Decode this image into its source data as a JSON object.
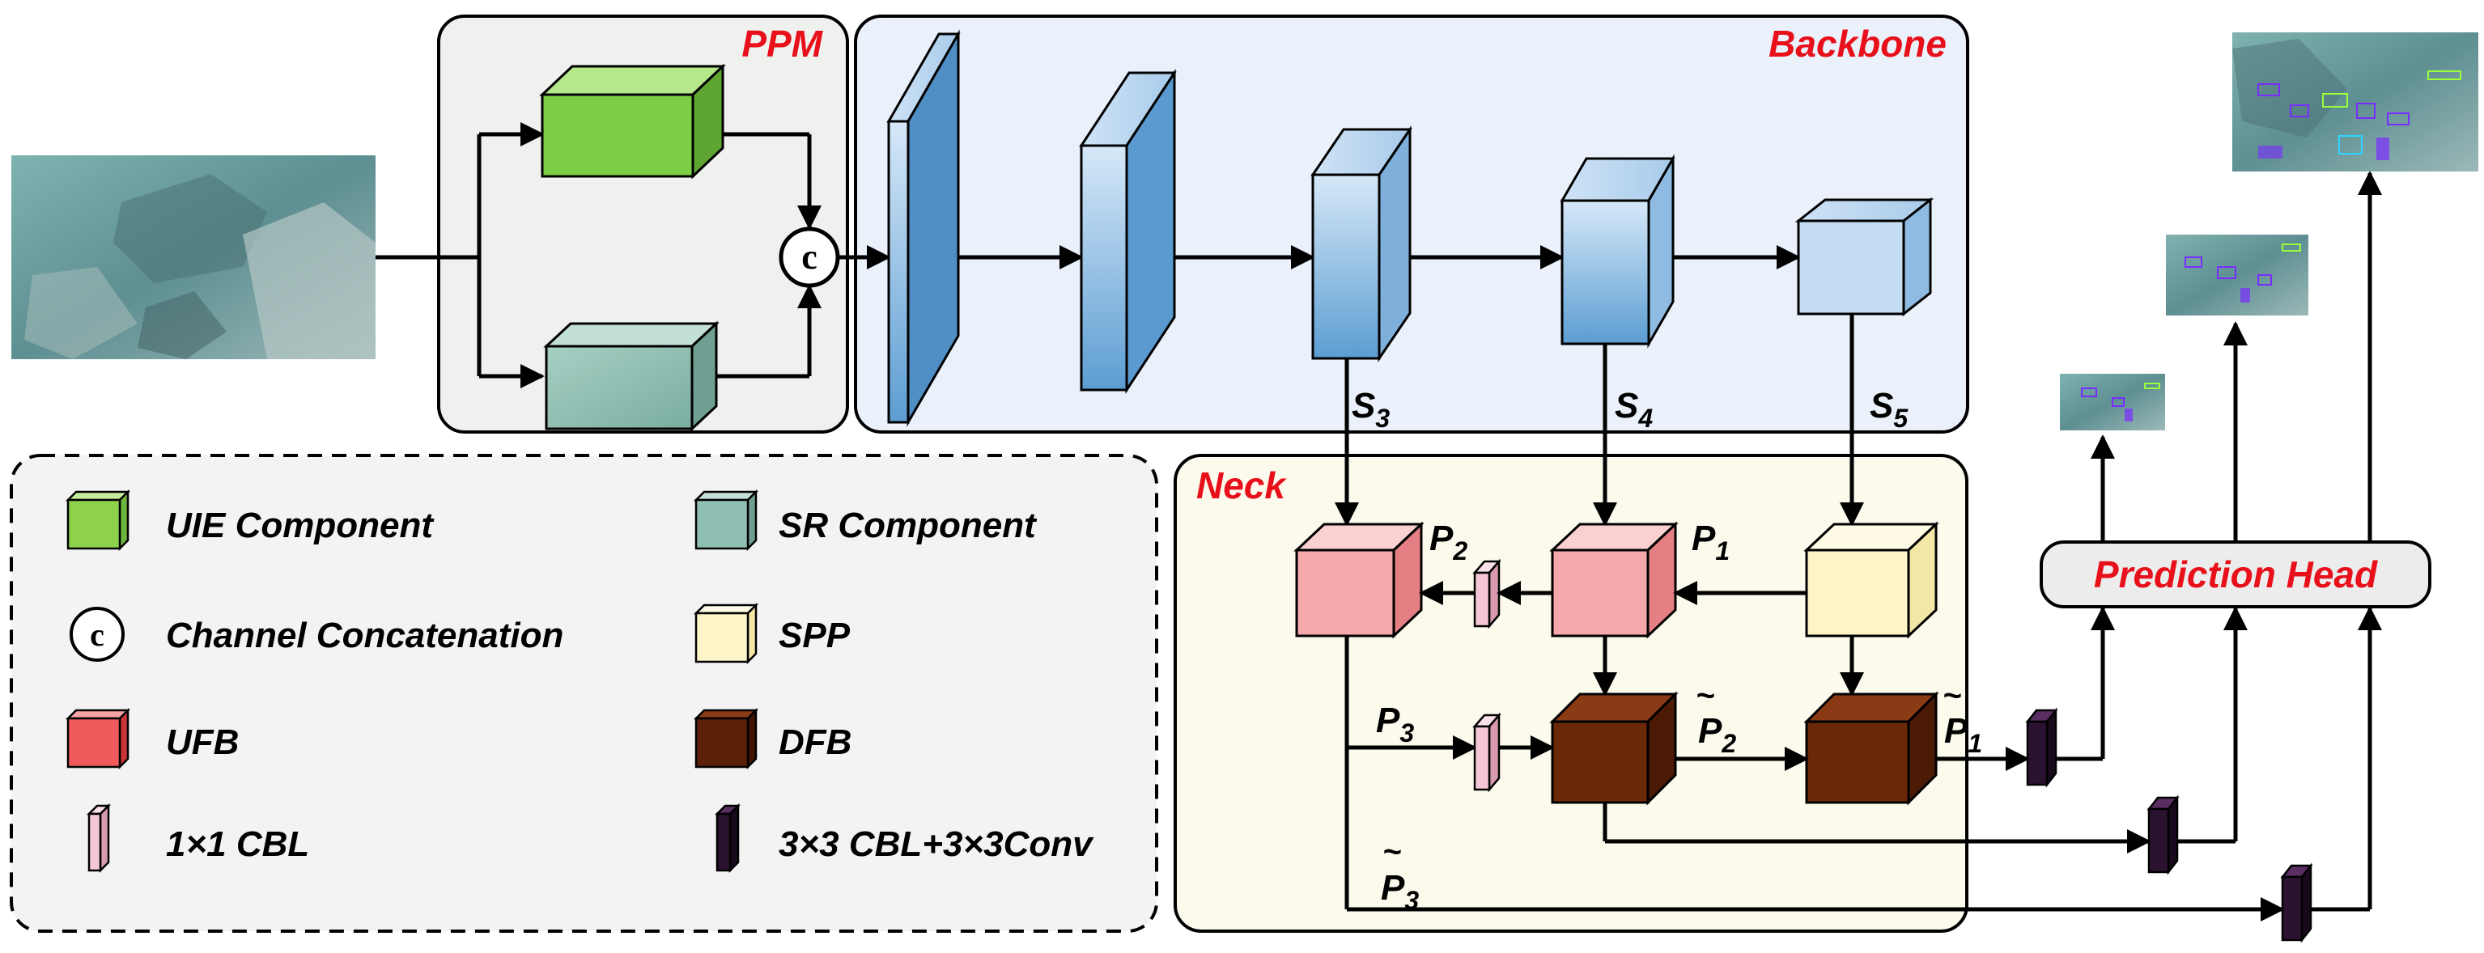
{
  "ppm": {
    "title": "PPM",
    "concat_symbol": "c"
  },
  "backbone": {
    "title": "Backbone",
    "outputs": [
      {
        "name": "S",
        "sub": "3"
      },
      {
        "name": "S",
        "sub": "4"
      },
      {
        "name": "S",
        "sub": "5"
      }
    ]
  },
  "neck": {
    "title": "Neck",
    "labels": {
      "p1": {
        "name": "P",
        "sub": "1"
      },
      "p2": {
        "name": "P",
        "sub": "2"
      },
      "p3": {
        "name": "P",
        "sub": "3"
      },
      "p1t": {
        "name": "P",
        "sub": "1",
        "mark": "~"
      },
      "p2t": {
        "name": "P",
        "sub": "2",
        "mark": "~"
      },
      "p3t": {
        "name": "P",
        "sub": "3",
        "mark": "~"
      }
    }
  },
  "head": {
    "label": "Prediction Head"
  },
  "legend": [
    {
      "label": "UIE Component",
      "icon": "uie-component-icon",
      "color": "#8ed14a"
    },
    {
      "label": "SR Component",
      "icon": "sr-component-icon",
      "color": "#8fbfb3"
    },
    {
      "label": "Channel Concatenation",
      "icon": "concat-icon",
      "color": "#ffffff"
    },
    {
      "label": "SPP",
      "icon": "spp-icon",
      "color": "#fdf4c8"
    },
    {
      "label": "UFB",
      "icon": "ufb-icon",
      "color": "#f05a5a"
    },
    {
      "label": "DFB",
      "icon": "dfb-icon",
      "color": "#5a2108"
    },
    {
      "label": "1×1 CBL",
      "icon": "cbl1-icon",
      "color": "#f4c6d6"
    },
    {
      "label": "3×3 CBL+3×3Conv",
      "icon": "cbl3-icon",
      "color": "#2a1230"
    }
  ],
  "colors": {
    "accent_text": "#e8101a",
    "ppm_bg": "#eef1ee",
    "backbone_bg": "#eaf1fb",
    "neck_bg": "#fcfaec",
    "legend_bg": "#f3f3f3",
    "backbone_block": "#7fb0dc",
    "ufb": "#f5a9ab",
    "dfb": "#6b2808"
  }
}
